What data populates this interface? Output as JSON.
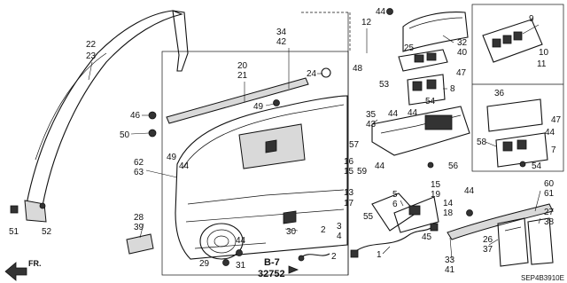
{
  "diagram": {
    "code": "SEP4B3910E",
    "front_label": "FR.",
    "ref": {
      "page": "B-7",
      "number": "32752"
    },
    "callouts": [
      {
        "id": "c22",
        "text": "22"
      },
      {
        "id": "c23",
        "text": "23"
      },
      {
        "id": "c34",
        "text": "34"
      },
      {
        "id": "c42",
        "text": "42"
      },
      {
        "id": "c12",
        "text": "12"
      },
      {
        "id": "c44a",
        "text": "44"
      },
      {
        "id": "c32",
        "text": "32"
      },
      {
        "id": "c40",
        "text": "40"
      },
      {
        "id": "c9",
        "text": "9"
      },
      {
        "id": "c10",
        "text": "10"
      },
      {
        "id": "c11",
        "text": "11"
      },
      {
        "id": "c20",
        "text": "20"
      },
      {
        "id": "c21",
        "text": "21"
      },
      {
        "id": "c24",
        "text": "24"
      },
      {
        "id": "c48",
        "text": "48"
      },
      {
        "id": "c25",
        "text": "25"
      },
      {
        "id": "c47a",
        "text": "47"
      },
      {
        "id": "c53",
        "text": "53"
      },
      {
        "id": "c8",
        "text": "8"
      },
      {
        "id": "c54a",
        "text": "54"
      },
      {
        "id": "c44b",
        "text": "44"
      },
      {
        "id": "c49a",
        "text": "49"
      },
      {
        "id": "c46",
        "text": "46"
      },
      {
        "id": "c36",
        "text": "36"
      },
      {
        "id": "c47b",
        "text": "47"
      },
      {
        "id": "c35",
        "text": "35"
      },
      {
        "id": "c43",
        "text": "43"
      },
      {
        "id": "c44c",
        "text": "44"
      },
      {
        "id": "c50",
        "text": "50"
      },
      {
        "id": "c44d",
        "text": "44"
      },
      {
        "id": "c57",
        "text": "57"
      },
      {
        "id": "c16",
        "text": "16"
      },
      {
        "id": "c59",
        "text": "59"
      },
      {
        "id": "c15",
        "text": "15"
      },
      {
        "id": "c44e",
        "text": "44"
      },
      {
        "id": "c56",
        "text": "56"
      },
      {
        "id": "c58",
        "text": "58"
      },
      {
        "id": "c7",
        "text": "7"
      },
      {
        "id": "c54b",
        "text": "54"
      },
      {
        "id": "c62",
        "text": "62"
      },
      {
        "id": "c63",
        "text": "63"
      },
      {
        "id": "c49b",
        "text": "49"
      },
      {
        "id": "c44f",
        "text": "44"
      },
      {
        "id": "c5",
        "text": "5"
      },
      {
        "id": "c6",
        "text": "6"
      },
      {
        "id": "c13",
        "text": "13"
      },
      {
        "id": "c17",
        "text": "17"
      },
      {
        "id": "c15b",
        "text": "15"
      },
      {
        "id": "c19",
        "text": "19"
      },
      {
        "id": "c60",
        "text": "60"
      },
      {
        "id": "c61",
        "text": "61"
      },
      {
        "id": "c14",
        "text": "14"
      },
      {
        "id": "c18",
        "text": "18"
      },
      {
        "id": "c55",
        "text": "55"
      },
      {
        "id": "c44g",
        "text": "44"
      },
      {
        "id": "c27",
        "text": "27"
      },
      {
        "id": "c38",
        "text": "38"
      },
      {
        "id": "c28",
        "text": "28"
      },
      {
        "id": "c39",
        "text": "39"
      },
      {
        "id": "c3",
        "text": "3"
      },
      {
        "id": "c4",
        "text": "4"
      },
      {
        "id": "c2a",
        "text": "2"
      },
      {
        "id": "c30",
        "text": "30"
      },
      {
        "id": "c45",
        "text": "45"
      },
      {
        "id": "c26",
        "text": "26"
      },
      {
        "id": "c37",
        "text": "37"
      },
      {
        "id": "c51",
        "text": "51"
      },
      {
        "id": "c52",
        "text": "52"
      },
      {
        "id": "c44h",
        "text": "44"
      },
      {
        "id": "c29",
        "text": "29"
      },
      {
        "id": "c31",
        "text": "31"
      },
      {
        "id": "c2b",
        "text": "2"
      },
      {
        "id": "c1",
        "text": "1"
      },
      {
        "id": "c33",
        "text": "33"
      },
      {
        "id": "c41",
        "text": "41"
      }
    ]
  }
}
